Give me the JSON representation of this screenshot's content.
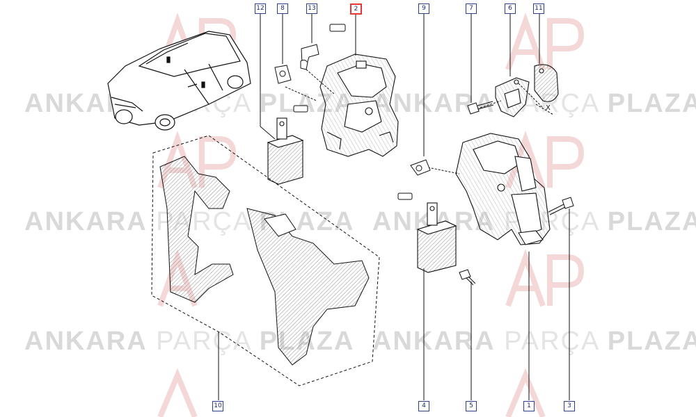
{
  "watermark": {
    "brand_1": "ANKARA",
    "brand_2": "PARÇA",
    "brand_3": "PLAZA",
    "logo_text": "AP"
  },
  "callouts": {
    "c12": "12",
    "c8": "8",
    "c13": "13",
    "c2": "2",
    "c9": "9",
    "c7": "7",
    "c6": "6",
    "c11": "11",
    "c10": "10",
    "c4": "4",
    "c5": "5",
    "c1": "1",
    "c3": "3"
  },
  "labels": {
    "x_marker": "X"
  },
  "colors": {
    "callout_border": "#2d3e8a",
    "highlight": "#e53935",
    "line": "#111111",
    "hatch": "#555555"
  }
}
